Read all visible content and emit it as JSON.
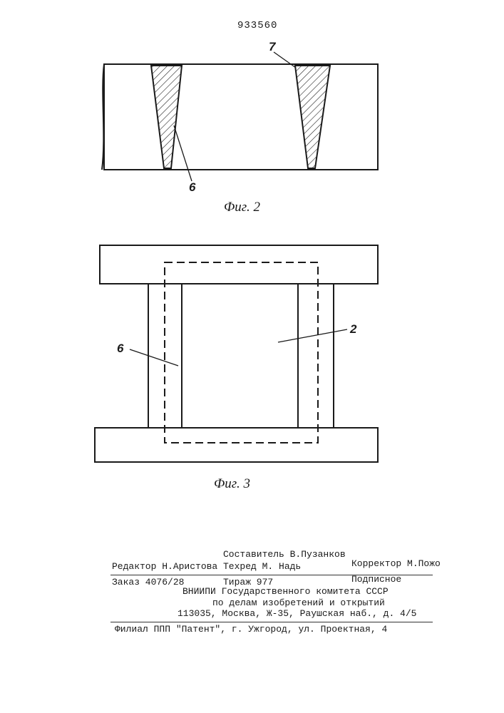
{
  "patent_number": "933560",
  "fig2": {
    "caption": "Фиг. 2",
    "label_7": "7",
    "label_6": "6"
  },
  "fig3": {
    "caption": "Фиг. 3",
    "label_6": "6",
    "label_2": "2"
  },
  "colophon": {
    "composer": "Составитель В.Пузанков",
    "editor": "Редактор Н.Аристова",
    "techred": "Техред М. Надь",
    "corrector": "Корректор М.Пожо",
    "order": "Заказ 4076/28",
    "circulation": "Тираж 977",
    "subscription": "Подписное",
    "org_line1": "ВНИИПИ Государственного комитета СССР",
    "org_line2": "по делам изобретений и открытий",
    "org_line3": "113035, Москва, Ж-35, Раушская наб., д. 4/5",
    "branch": "Филиал ППП \"Патент\", г. Ужгород, ул. Проектная, 4"
  }
}
